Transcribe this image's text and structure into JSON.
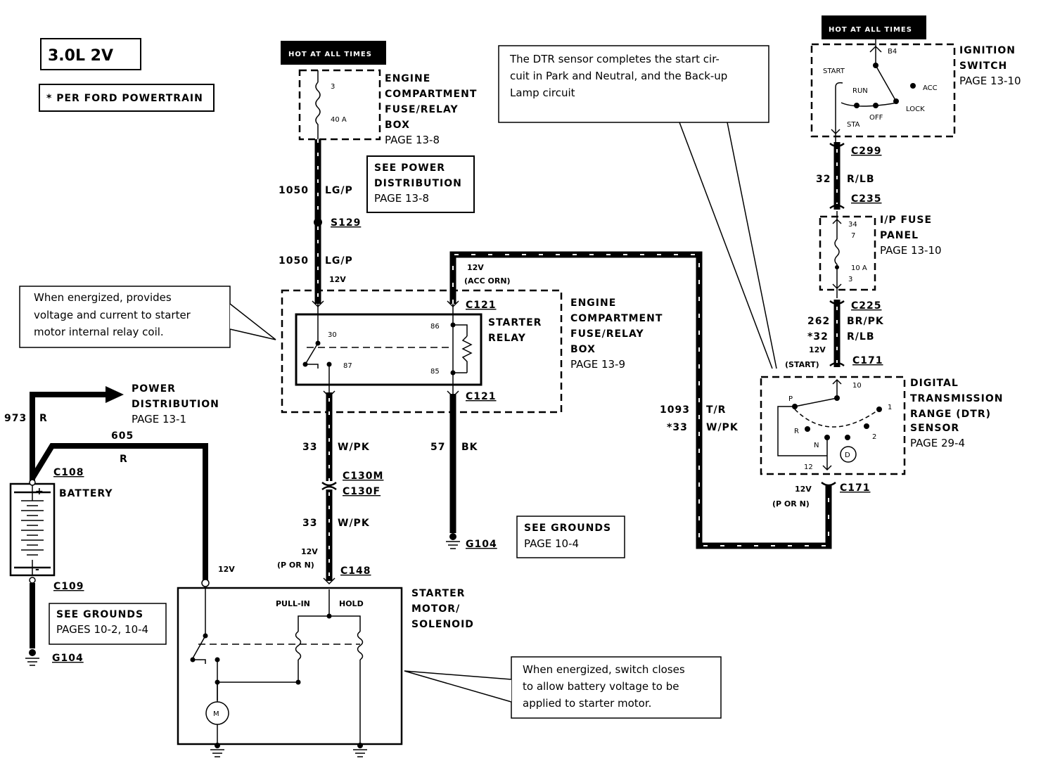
{
  "header": {
    "engine": "3.0L 2V",
    "note": "* PER FORD POWERTRAIN"
  },
  "hot_labels": {
    "left": "HOT AT ALL TIMES",
    "right": "HOT AT ALL TIMES"
  },
  "fuse_box_top": {
    "lines": [
      "ENGINE",
      "COMPARTMENT",
      "FUSE/RELAY",
      "BOX",
      "PAGE 13-8"
    ],
    "pin": "3",
    "rating": "40 A"
  },
  "see_power": {
    "lines": [
      "SEE POWER",
      "DISTRIBUTION",
      "PAGE 13-8"
    ]
  },
  "wires": {
    "w1050a": {
      "num": "1050",
      "color": "LG/P"
    },
    "s129": "S129",
    "w1050b": {
      "num": "1050",
      "color": "LG/P",
      "v": "12V"
    },
    "acc": {
      "v": "12V",
      "note": "(ACC ORN)"
    },
    "w33a": {
      "num": "33",
      "color": "W/PK"
    },
    "w57": {
      "num": "57",
      "color": "BK"
    },
    "w33b": {
      "num": "33",
      "color": "W/PK"
    },
    "w148": {
      "v": "12V",
      "note": "(P OR N)"
    },
    "w1093": {
      "num": "1093",
      "color": "T/R",
      "alt_num": "*33",
      "alt_color": "W/PK"
    },
    "w973": {
      "num": "973",
      "color": "R"
    },
    "w605": {
      "num": "605",
      "color": "R"
    },
    "w32": {
      "num": "32",
      "color": "R/LB"
    },
    "w262": {
      "num": "262",
      "color": "BR/PK",
      "alt_num": "*32",
      "alt_color": "R/LB",
      "v": "12V",
      "note": "(START)"
    },
    "wdtr_out": {
      "v": "12V",
      "note": "(P OR N)"
    },
    "batt_v": "12V"
  },
  "connectors": {
    "c121_top": "C121",
    "c121_bot": "C121",
    "c130m": "C130M",
    "c130f": "C130F",
    "c148": "C148",
    "g104_mid": "G104",
    "c108": "C108",
    "c109": "C109",
    "g104_left": "G104",
    "c299": "C299",
    "c235": "C235",
    "c225": "C225",
    "c171_top": "C171",
    "c171_bot": "C171"
  },
  "callouts": {
    "relay": [
      "When energized, provides",
      "voltage and current to starter",
      "motor internal relay coil."
    ],
    "dtr": [
      "The DTR sensor completes the start cir-",
      "cuit in Park and Neutral, and the Back-up",
      "Lamp circuit"
    ],
    "solenoid": [
      "When energized, switch closes",
      "to allow battery voltage to be",
      "applied to starter motor."
    ]
  },
  "relay_block": {
    "box_lines": [
      "ENGINE",
      "COMPARTMENT",
      "FUSE/RELAY",
      "BOX",
      "PAGE 13-9"
    ],
    "relay_lines": [
      "STARTER",
      "RELAY"
    ],
    "pins": [
      "30",
      "86",
      "87",
      "85"
    ]
  },
  "power_dist": {
    "lines": [
      "POWER",
      "DISTRIBUTION",
      "PAGE  13-1"
    ]
  },
  "battery": {
    "label": "BATTERY",
    "plus": "+",
    "minus": "-"
  },
  "see_grounds_mid": {
    "lines": [
      "SEE GROUNDS",
      "PAGE 10-4"
    ]
  },
  "see_grounds_left": {
    "lines": [
      "SEE GROUNDS",
      "PAGES  10-2,  10-4"
    ]
  },
  "starter": {
    "lines": [
      "STARTER",
      "MOTOR/",
      "SOLENOID"
    ],
    "pull_in": "PULL-IN",
    "hold": "HOLD",
    "motor": "M"
  },
  "ignition": {
    "lines": [
      "IGNITION",
      "SWITCH",
      "PAGE 13-10"
    ],
    "b4": "B4",
    "start": "START",
    "run": "RUN",
    "acc": "ACC",
    "off": "OFF",
    "lock": "LOCK",
    "sta": "STA"
  },
  "ip_fuse": {
    "lines": [
      "I/P FUSE",
      "PANEL",
      "PAGE 13-10"
    ],
    "pin34": "34",
    "pin7": "7",
    "rating": "10 A",
    "pin3": "3"
  },
  "dtr": {
    "lines": [
      "DIGITAL",
      "TRANSMISSION",
      "RANGE (DTR)",
      "SENSOR",
      "PAGE 29-4"
    ],
    "p": "P",
    "r": "R",
    "n": "N",
    "d": "D",
    "one": "1",
    "two": "2",
    "ten": "10",
    "twelve": "12"
  }
}
